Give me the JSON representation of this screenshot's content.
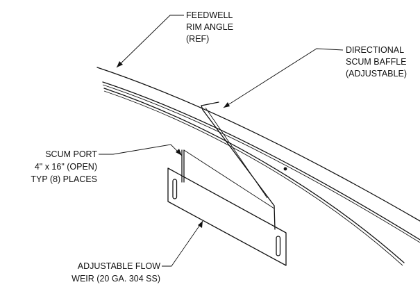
{
  "callouts": {
    "feedwell_rim_angle": [
      "FEEDWELL",
      "RIM ANGLE",
      "(REF)"
    ],
    "directional_scum_baffle": [
      "DIRECTIONAL",
      "SCUM BAFFLE",
      "(ADJUSTABLE)"
    ],
    "scum_port": [
      "SCUM PORT",
      "4\" x 16\" (OPEN)",
      "TYP (8) PLACES"
    ],
    "adjustable_flow_weir": [
      "ADJUSTABLE FLOW",
      "WEIR (20 GA. 304 SS)"
    ]
  }
}
